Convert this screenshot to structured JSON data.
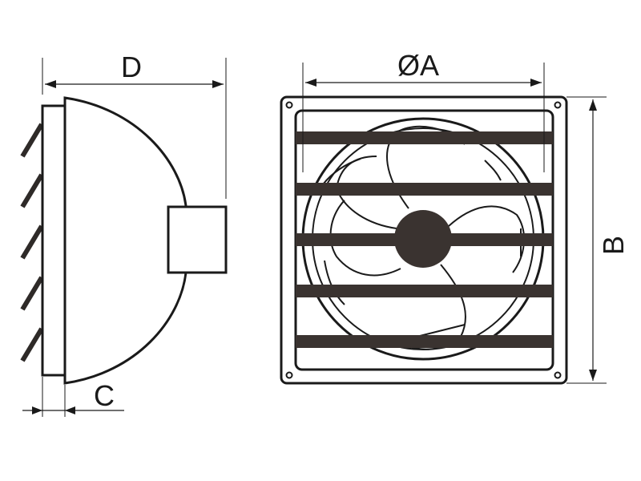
{
  "diagram": {
    "title": "",
    "views": [
      {
        "name": "side-view",
        "description": "Side profile of wall-mounted axial fan with hemispherical housing and motor box"
      },
      {
        "name": "front-view",
        "description": "Front view with square mounting plate, 5 horizontal guard bars, 5-blade impeller and central hub"
      }
    ],
    "dimensions": {
      "D": "D",
      "C": "C",
      "A": "ØA",
      "B": "B"
    },
    "colors": {
      "line": "#1a1a1a",
      "bar": "#3a3330",
      "background": "#ffffff"
    }
  }
}
